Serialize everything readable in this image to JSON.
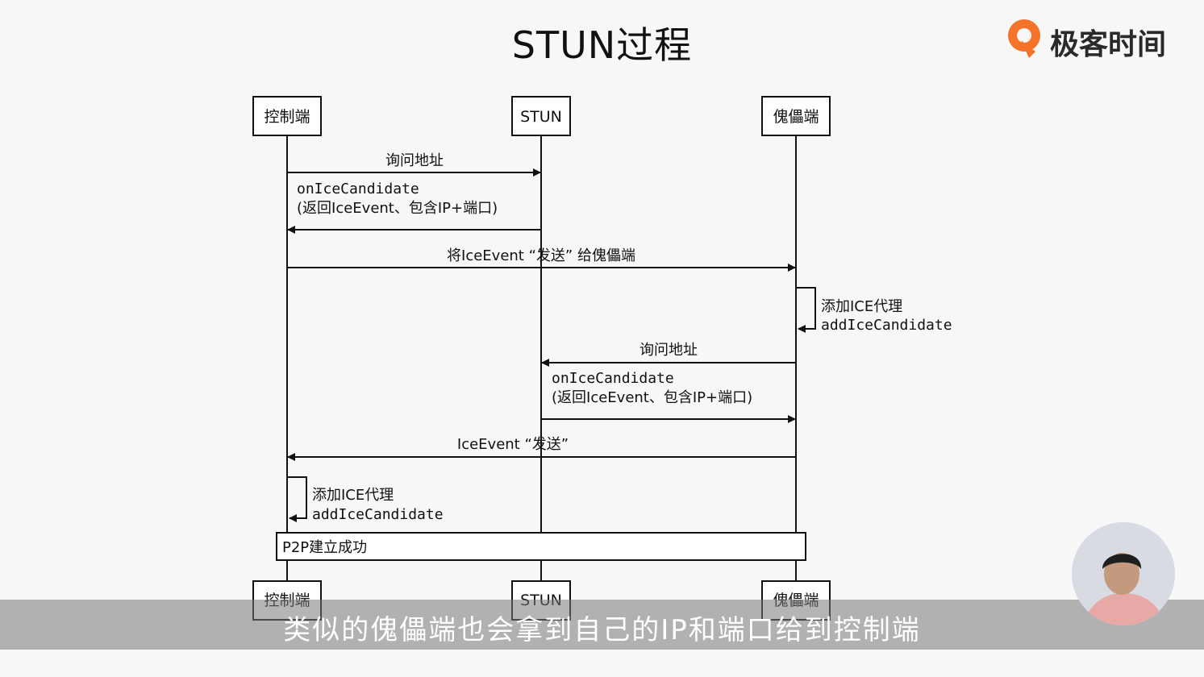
{
  "title": "STUN过程",
  "brand": {
    "name": "极客时间",
    "color": "#f5732a"
  },
  "participants": {
    "controller": "控制端",
    "stun": "STUN",
    "puppet": "傀儡端"
  },
  "messages": {
    "m1": "询问地址",
    "m2_line1": "onIceCandidate",
    "m2_line2": "(返回IceEvent、包含IP+端口)",
    "m3": "将IceEvent “发送” 给傀儡端",
    "m4_line1": "添加ICE代理",
    "m4_line2": "addIceCandidate",
    "m5": "询问地址",
    "m6_line1": "onIceCandidate",
    "m6_line2": "(返回IceEvent、包含IP+端口)",
    "m7": "IceEvent “发送”",
    "m8_line1": "添加ICE代理",
    "m8_line2": "addIceCandidate",
    "note": "P2P建立成功"
  },
  "subtitle": "类似的傀儡端也会拿到自己的IP和端口给到控制端"
}
